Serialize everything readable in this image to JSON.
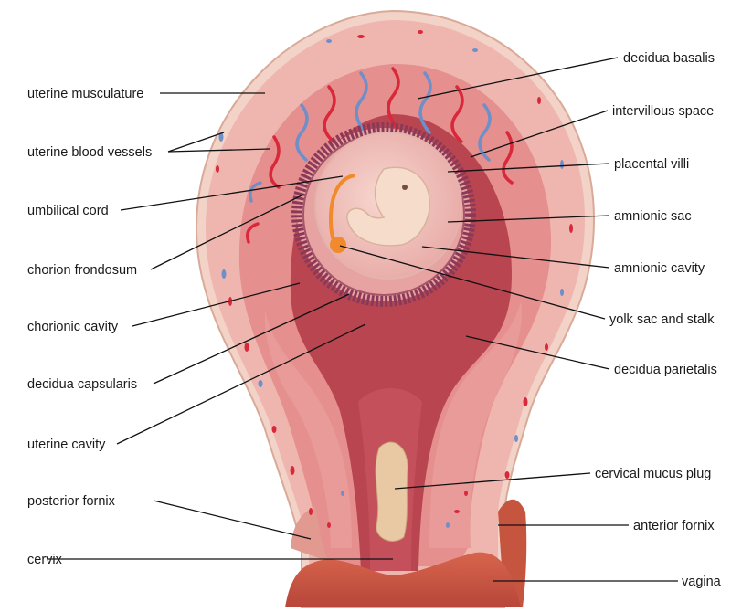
{
  "labels_left": {
    "uterine_musculature": "uterine musculature",
    "uterine_blood_vessels": "uterine blood vessels",
    "umbilical_cord": "umbilical cord",
    "chorion_frondosum": "chorion frondosum",
    "chorionic_cavity": "chorionic cavity",
    "decidua_capsularis": "decidua capsularis",
    "uterine_cavity": "uterine cavity",
    "posterior_fornix": "posterior fornix",
    "cervix": "cervix"
  },
  "labels_right": {
    "decidua_basalis": "decidua basalis",
    "intervillous_space": "intervillous space",
    "placental_villi": "placental villi",
    "amnionic_sac": "amnionic sac",
    "amnionic_cavity": "amnionic cavity",
    "yolk_sac_and_stalk": "yolk sac and stalk",
    "decidua_parietalis": "decidua parietalis",
    "cervical_mucus_plug": "cervical mucus plug",
    "anterior_fornix": "anterior fornix",
    "vagina": "vagina"
  },
  "colors": {
    "outer_wall": "#f2c6c0",
    "muscle": "#efb1ad",
    "decidua": "#e0787c",
    "deep_decidua": "#c54a55",
    "cavity": "#b8434f",
    "chorion_ring": "#8a3a58",
    "amnion": "#f0c3bc",
    "embryo": "#f6dccb",
    "yolk_sac": "#f08a2a",
    "vessel_red": "#d9283a",
    "vessel_blue": "#6f8fc9",
    "mucus_plug": "#e8c9a3",
    "vagina": "#c5533f"
  }
}
